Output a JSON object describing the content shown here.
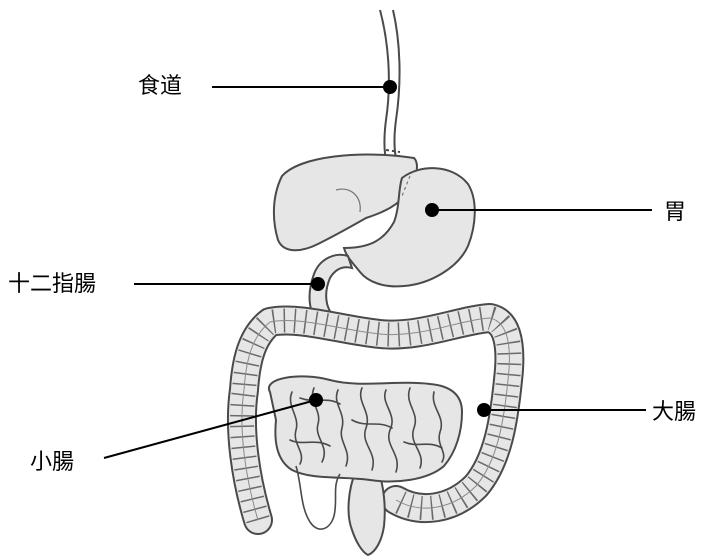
{
  "labels": {
    "esophagus": "食道",
    "stomach": "胃",
    "duodenum": "十二指腸",
    "small_intestine": "小腸",
    "large_intestine": "大腸"
  },
  "colors": {
    "organ_fill": "#e6e6e6",
    "outline": "#4a4a4a",
    "leader": "#000000"
  }
}
